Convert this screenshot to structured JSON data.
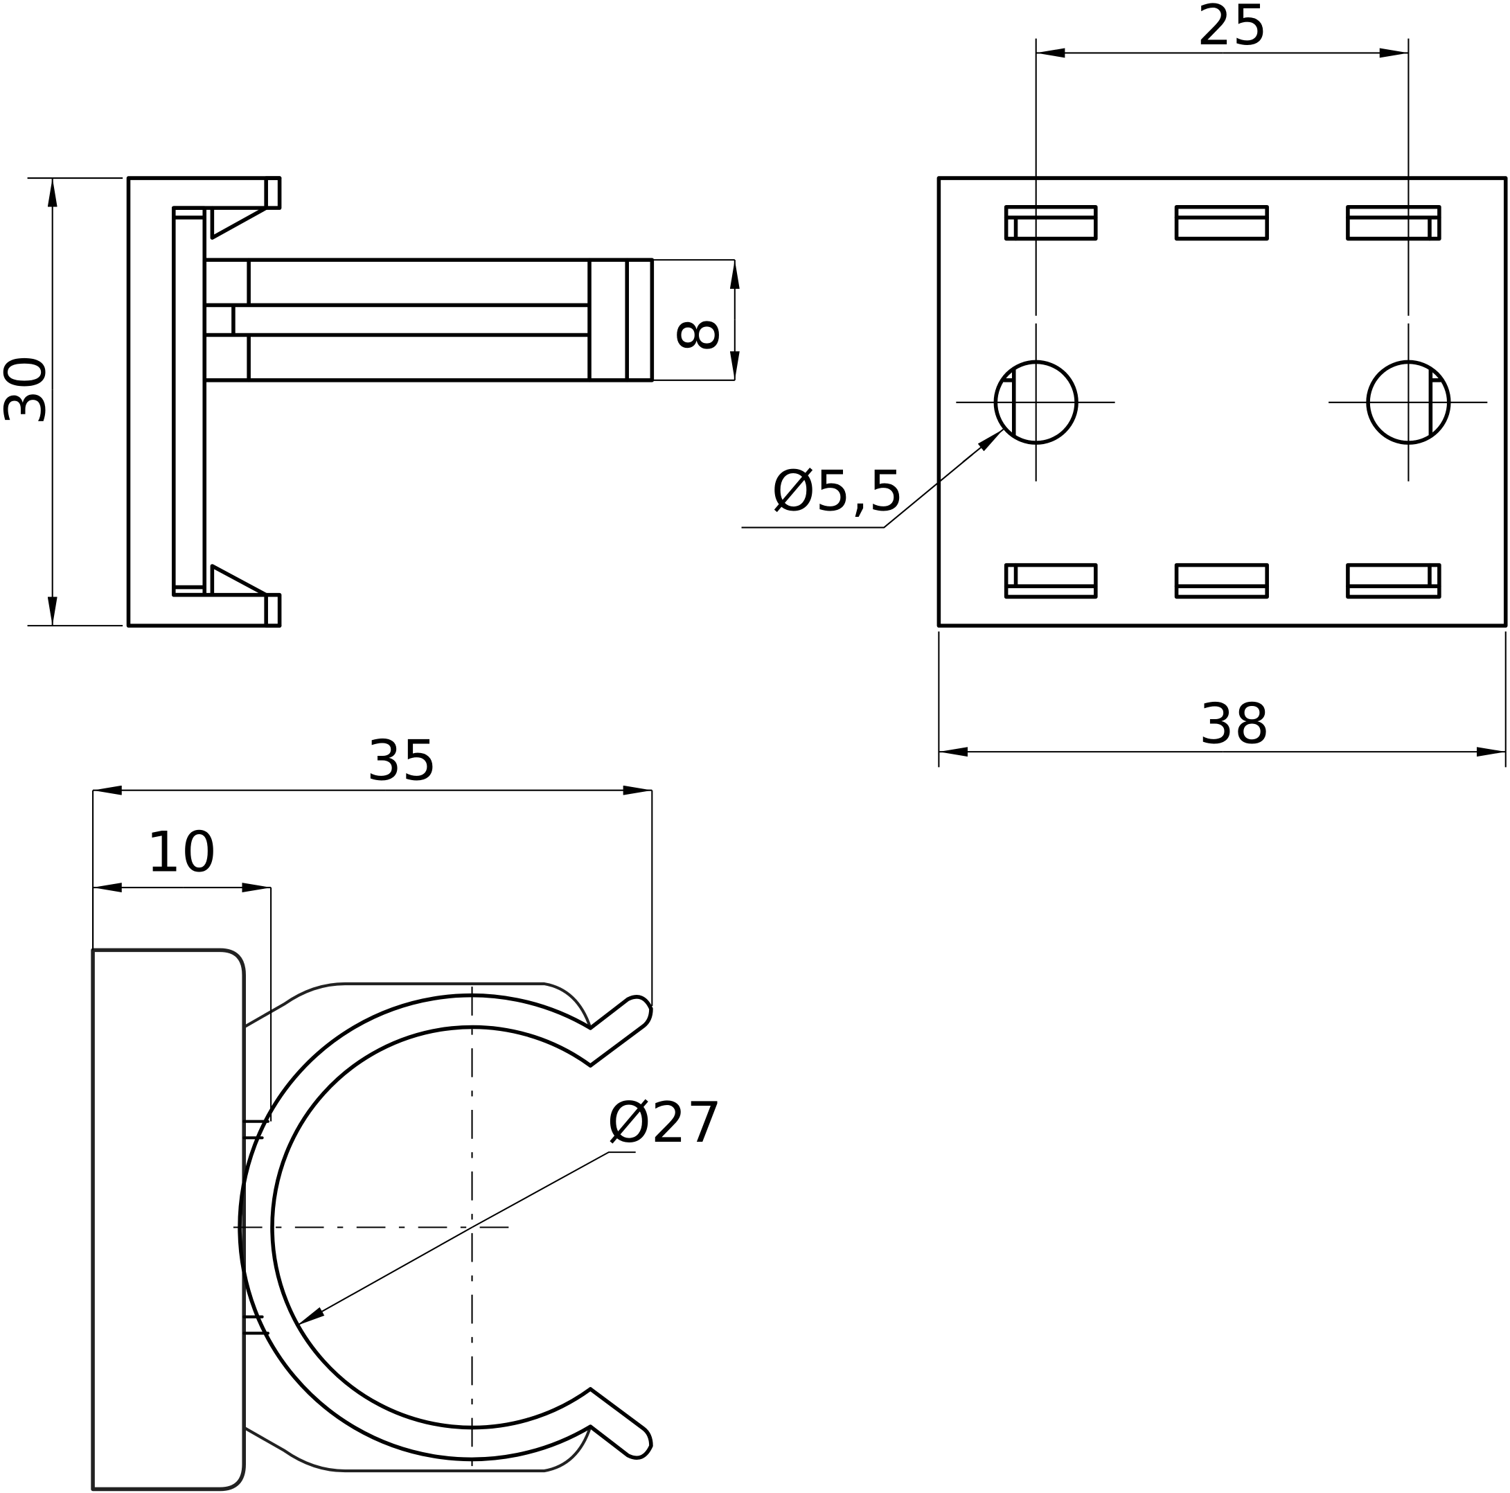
{
  "drawing": {
    "side_view": {
      "height_dim": "30",
      "shaft_dim": "8"
    },
    "front_view": {
      "hole_spacing_dim": "25",
      "hole_diameter_dim": "Ø5,5",
      "width_dim": "38"
    },
    "clip_view": {
      "overall_depth_dim": "35",
      "base_depth_dim": "10",
      "clip_diameter_dim": "Ø27"
    }
  },
  "colors": {
    "line": "#000000",
    "background": "#ffffff"
  }
}
